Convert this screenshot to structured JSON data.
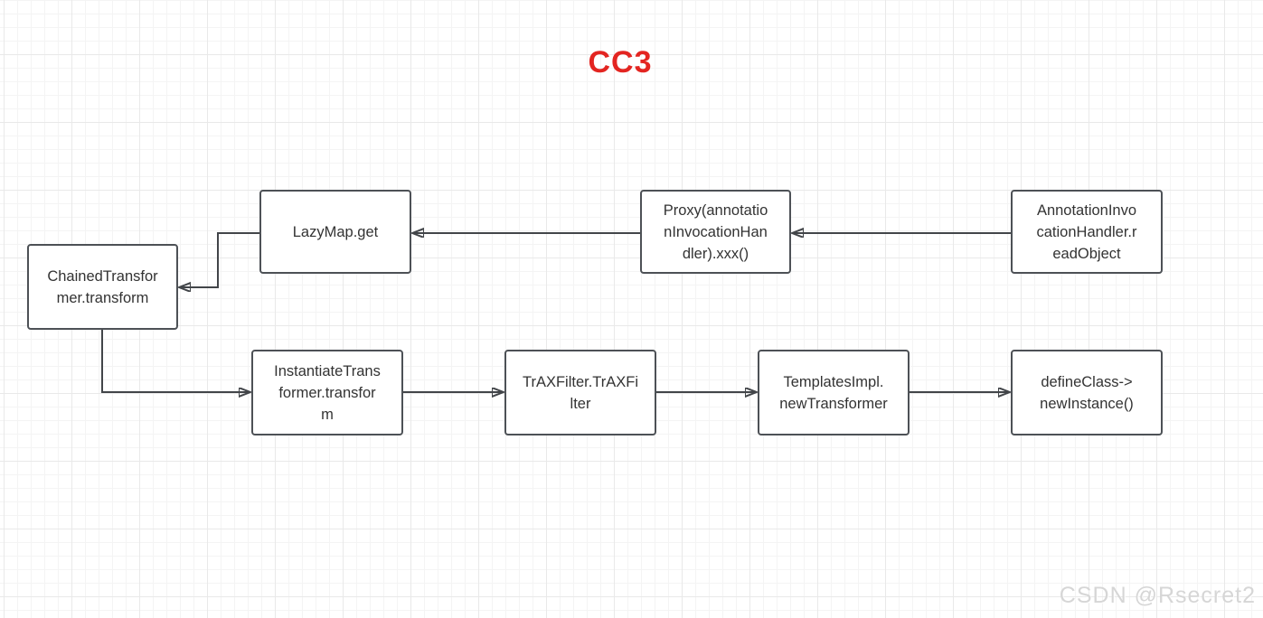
{
  "title": "CC3",
  "watermark": "CSDN @Rsecret2",
  "diagram": {
    "type": "flowchart",
    "nodes": {
      "aih": {
        "label": "AnnotationInvo\ncationHandler.r\neadObject"
      },
      "proxy": {
        "label": "Proxy(annotatio\nnInvocationHan\ndler).xxx()"
      },
      "lazymap": {
        "label": "LazyMap.get"
      },
      "chained": {
        "label": "ChainedTransfor\nmer.transform"
      },
      "instantiate": {
        "label": "InstantiateTrans\nformer.transfor\nm"
      },
      "traxfilter": {
        "label": "TrAXFilter.TrAXFi\nlter"
      },
      "templates": {
        "label": "TemplatesImpl.\nnewTransformer"
      },
      "defineclass": {
        "label": "defineClass->\nnewInstance()"
      }
    },
    "edges": [
      {
        "from": "aih",
        "to": "proxy"
      },
      {
        "from": "proxy",
        "to": "lazymap"
      },
      {
        "from": "lazymap",
        "to": "chained"
      },
      {
        "from": "chained",
        "to": "instantiate"
      },
      {
        "from": "instantiate",
        "to": "traxfilter"
      },
      {
        "from": "traxfilter",
        "to": "templates"
      },
      {
        "from": "templates",
        "to": "defineclass"
      }
    ]
  },
  "colors": {
    "title": "#e32521",
    "node_border": "#4d5156",
    "node_text": "#333333",
    "connector": "#424549",
    "grid_minor": "#f4f4f4",
    "grid_major": "#e9e9e9",
    "watermark": "#d6d6d6",
    "background": "#ffffff"
  }
}
